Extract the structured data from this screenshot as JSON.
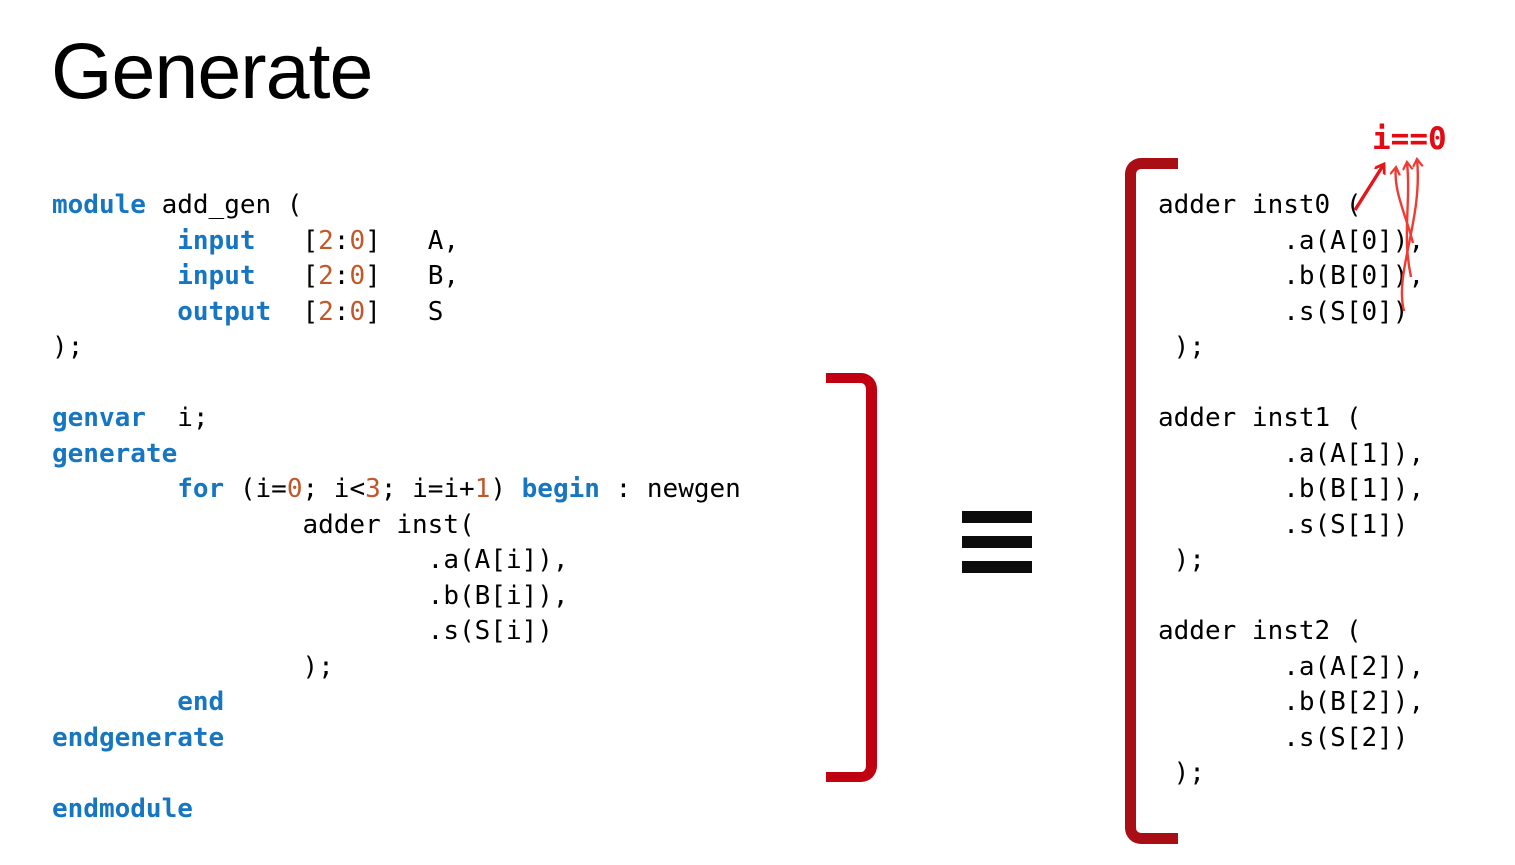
{
  "slide": {
    "title": "Generate"
  },
  "colors": {
    "background": "#ffffff",
    "title_text": "#000000",
    "code_text": "#000000",
    "keyword_blue": "#1776c2",
    "number_orange": "#c2582a",
    "bracket_left_red": "#c00011",
    "bracket_right_red": "#a80e13",
    "annotation_red": "#e30b13",
    "equivalence_black": "#0c0c0c"
  },
  "equivalence": {
    "symbol": "≡",
    "meaning": "identical-to"
  },
  "annotation": {
    "label": "i==0"
  },
  "code_left": {
    "language": "verilog",
    "lines": [
      [
        {
          "t": "module",
          "c": "kw"
        },
        {
          "t": " add_gen (",
          "c": "pl"
        }
      ],
      [
        {
          "t": "        ",
          "c": "pl"
        },
        {
          "t": "input",
          "c": "kw"
        },
        {
          "t": "   [",
          "c": "pl"
        },
        {
          "t": "2",
          "c": "num"
        },
        {
          "t": ":",
          "c": "pl"
        },
        {
          "t": "0",
          "c": "num"
        },
        {
          "t": "]   A,",
          "c": "pl"
        }
      ],
      [
        {
          "t": "        ",
          "c": "pl"
        },
        {
          "t": "input",
          "c": "kw"
        },
        {
          "t": "   [",
          "c": "pl"
        },
        {
          "t": "2",
          "c": "num"
        },
        {
          "t": ":",
          "c": "pl"
        },
        {
          "t": "0",
          "c": "num"
        },
        {
          "t": "]   B,",
          "c": "pl"
        }
      ],
      [
        {
          "t": "        ",
          "c": "pl"
        },
        {
          "t": "output",
          "c": "kw"
        },
        {
          "t": "  [",
          "c": "pl"
        },
        {
          "t": "2",
          "c": "num"
        },
        {
          "t": ":",
          "c": "pl"
        },
        {
          "t": "0",
          "c": "num"
        },
        {
          "t": "]   S",
          "c": "pl"
        }
      ],
      [
        {
          "t": ");",
          "c": "pl"
        }
      ],
      [],
      [
        {
          "t": "genvar",
          "c": "kw"
        },
        {
          "t": "  i;",
          "c": "pl"
        }
      ],
      [
        {
          "t": "generate",
          "c": "kw"
        }
      ],
      [
        {
          "t": "        ",
          "c": "pl"
        },
        {
          "t": "for",
          "c": "kw"
        },
        {
          "t": " (i=",
          "c": "pl"
        },
        {
          "t": "0",
          "c": "num"
        },
        {
          "t": "; i<",
          "c": "pl"
        },
        {
          "t": "3",
          "c": "num"
        },
        {
          "t": "; i=i+",
          "c": "pl"
        },
        {
          "t": "1",
          "c": "num"
        },
        {
          "t": ") ",
          "c": "pl"
        },
        {
          "t": "begin",
          "c": "kw"
        },
        {
          "t": " : newgen",
          "c": "pl"
        }
      ],
      [
        {
          "t": "                adder inst(",
          "c": "pl"
        }
      ],
      [
        {
          "t": "                        .a(A[i]),",
          "c": "pl"
        }
      ],
      [
        {
          "t": "                        .b(B[i]),",
          "c": "pl"
        }
      ],
      [
        {
          "t": "                        .s(S[i])",
          "c": "pl"
        }
      ],
      [
        {
          "t": "                );",
          "c": "pl"
        }
      ],
      [
        {
          "t": "        ",
          "c": "pl"
        },
        {
          "t": "end",
          "c": "kw"
        }
      ],
      [
        {
          "t": "endgenerate",
          "c": "kw"
        }
      ],
      [],
      [
        {
          "t": "endmodule",
          "c": "kw"
        }
      ]
    ]
  },
  "code_right": {
    "language": "verilog",
    "lines": [
      [
        {
          "t": "adder inst0 (",
          "c": "pl"
        }
      ],
      [
        {
          "t": "        .a(A[0]),",
          "c": "pl"
        }
      ],
      [
        {
          "t": "        .b(B[0]),",
          "c": "pl"
        }
      ],
      [
        {
          "t": "        .s(S[0])",
          "c": "pl"
        }
      ],
      [
        {
          "t": " );",
          "c": "pl"
        }
      ],
      [],
      [
        {
          "t": "adder inst1 (",
          "c": "pl"
        }
      ],
      [
        {
          "t": "        .a(A[1]),",
          "c": "pl"
        }
      ],
      [
        {
          "t": "        .b(B[1]),",
          "c": "pl"
        }
      ],
      [
        {
          "t": "        .s(S[1])",
          "c": "pl"
        }
      ],
      [
        {
          "t": " );",
          "c": "pl"
        }
      ],
      [],
      [
        {
          "t": "adder inst2 (",
          "c": "pl"
        }
      ],
      [
        {
          "t": "        .a(A[2]),",
          "c": "pl"
        }
      ],
      [
        {
          "t": "        .b(B[2]),",
          "c": "pl"
        }
      ],
      [
        {
          "t": "        .s(S[2])",
          "c": "pl"
        }
      ],
      [
        {
          "t": " );",
          "c": "pl"
        }
      ]
    ]
  }
}
